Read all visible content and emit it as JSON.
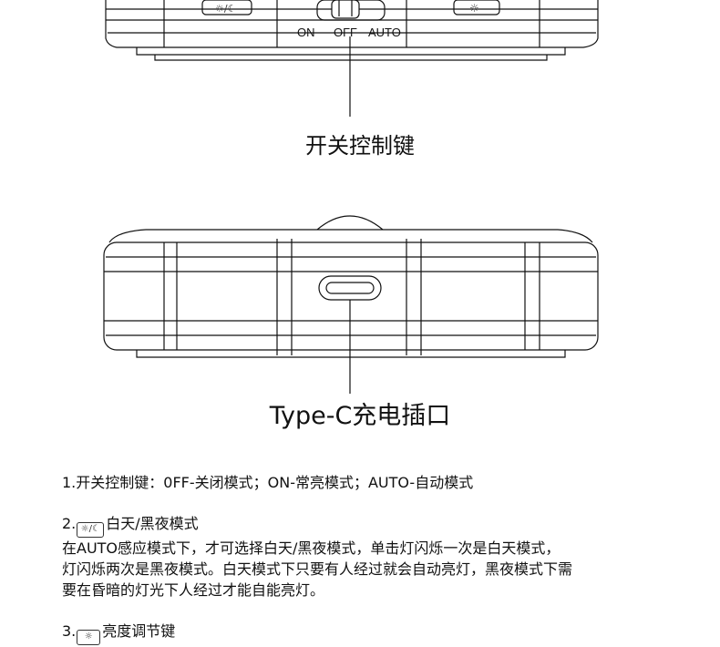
{
  "switch": {
    "labels": [
      "ON",
      "OFF",
      "AUTO"
    ],
    "caption": "开关控制键"
  },
  "port": {
    "caption": "Type-C充电插口"
  },
  "instructions": {
    "item1": "1.开关控制键：0FF-关闭模式；ON-常亮模式；AUTO-自动模式",
    "item2_prefix": "2.",
    "item2_title": "白天/黑夜模式",
    "item2_lines": [
      "在AUTO感应模式下，才可选择白天/黑夜模式，单击灯闪烁一次是白天模式，",
      "灯闪烁两次是黑夜模式。白天模式下只要有人经过就会自动亮灯，黑夜模式下需",
      "要在昏暗的灯光下人经过才能自能亮灯。"
    ],
    "item3_prefix": "3.",
    "item3_title": "亮度调节键"
  },
  "icons": {
    "day_night": "sun-moon-icon",
    "brightness": "sun-icon"
  }
}
